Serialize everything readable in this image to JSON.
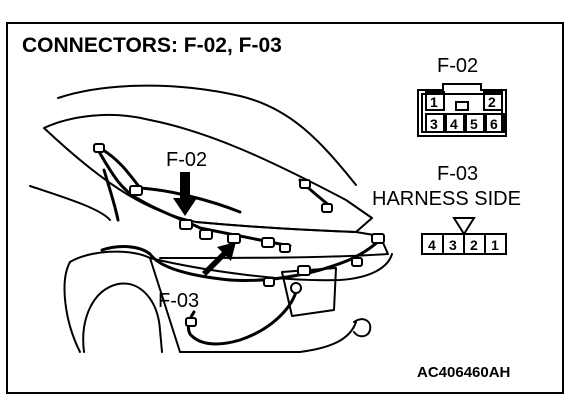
{
  "title": "CONNECTORS: F-02, F-03",
  "connector_f02": {
    "label": "F-02",
    "pins_top": [
      "1",
      "2"
    ],
    "pins_bottom": [
      "3",
      "4",
      "5",
      "6"
    ]
  },
  "connector_f03": {
    "label": "F-03",
    "side_label": "HARNESS SIDE",
    "pins": [
      "4",
      "3",
      "2",
      "1"
    ]
  },
  "callouts": {
    "f02": "F-02",
    "f03": "F-03"
  },
  "figure_code": "AC406460AH"
}
